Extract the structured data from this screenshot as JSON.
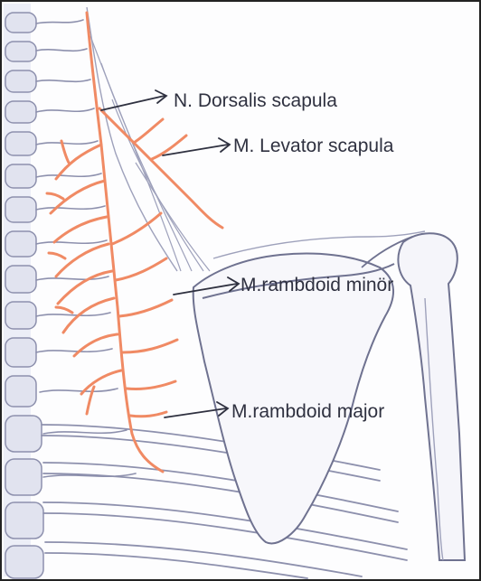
{
  "labels": {
    "n_dorsalis": "N. Dorsalis scapula",
    "m_levator": "M. Levator scapula",
    "rh_minor": "M.rambdoid minör",
    "rh_major": "M.rambdoid major"
  },
  "colors": {
    "nerve": "#f08a64",
    "sketch": "#8d90ad",
    "vertebra": "#a9abc2",
    "text": "#2f3140",
    "frame": "#222222"
  }
}
